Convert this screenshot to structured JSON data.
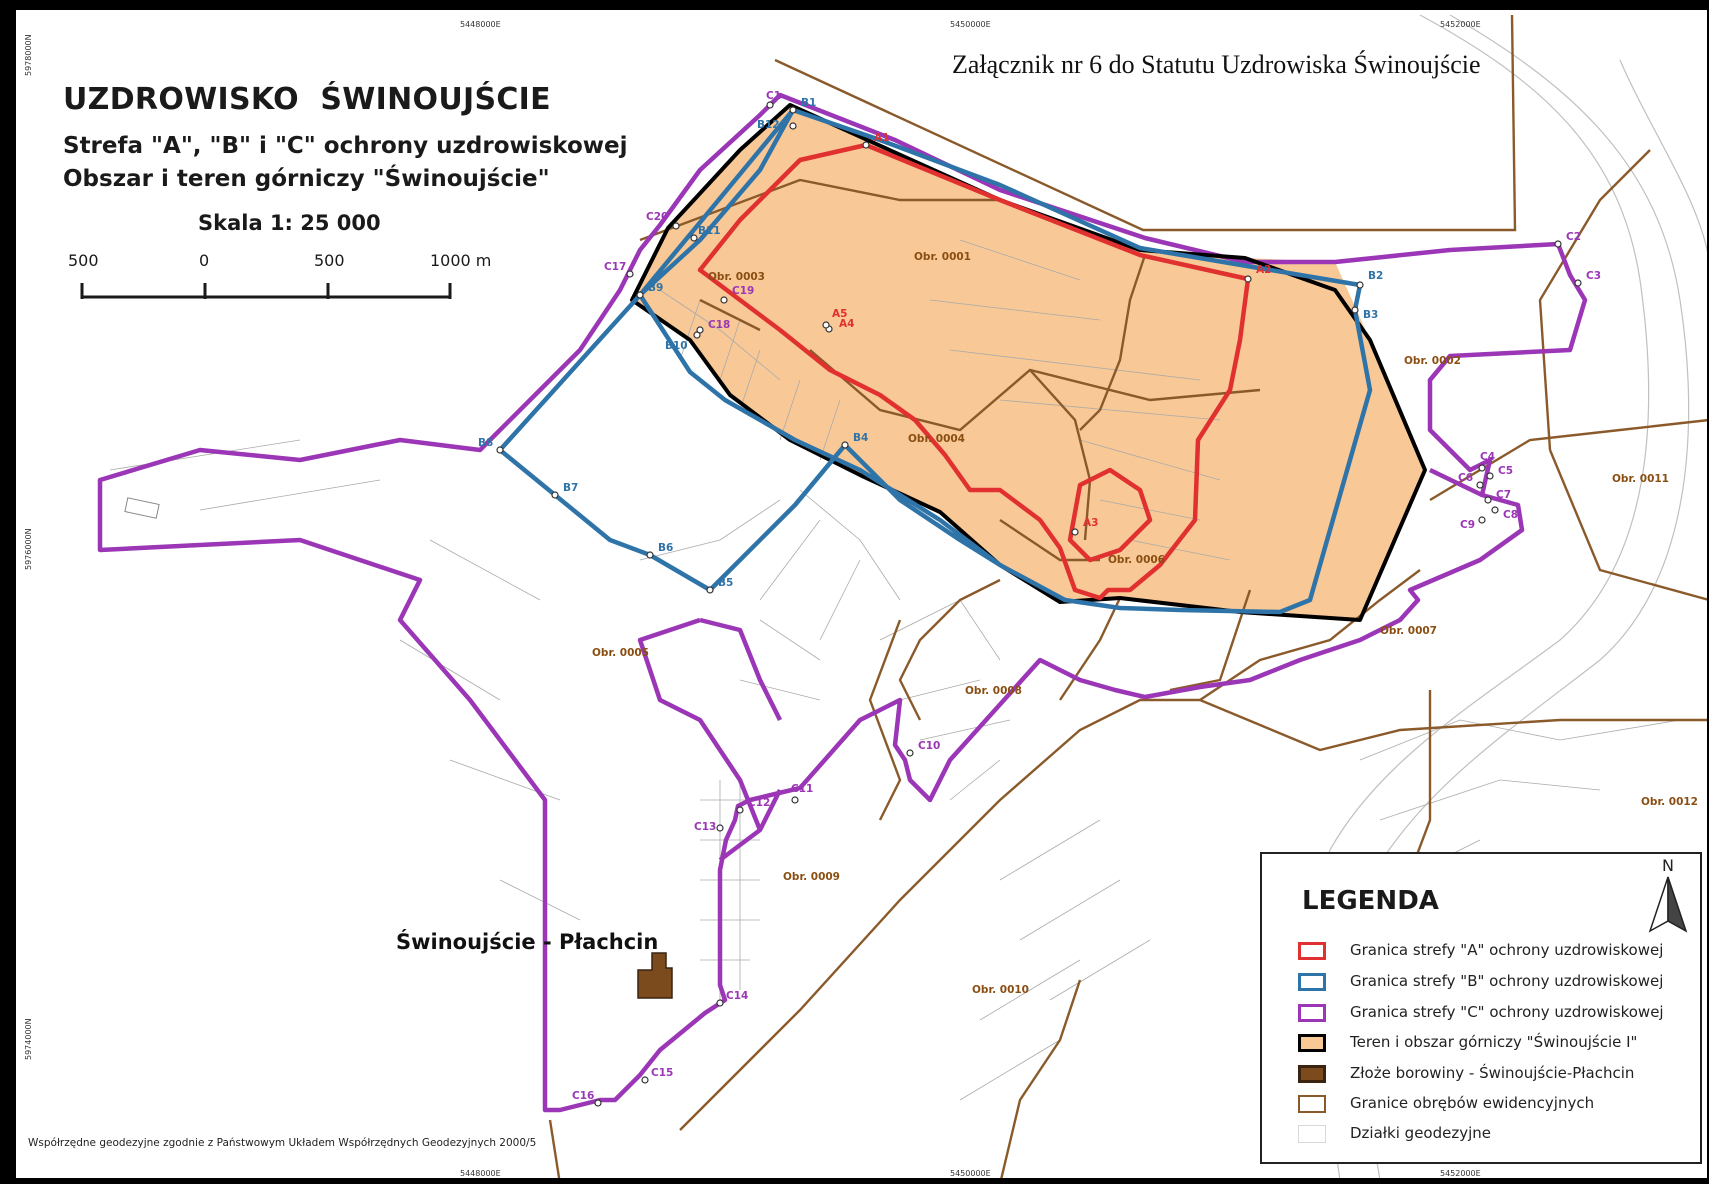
{
  "caption": "Załącznik nr 6 do Statutu Uzdrowiska Świnoujście",
  "title": "UZDROWISKO  ŚWINOUJŚCIE",
  "subtitle_1": "Strefa \"A\", \"B\" i \"C\" ochrony uzdrowiskowej",
  "subtitle_2": "Obszar i teren górniczy \"Świnoujście\"",
  "scale": {
    "label": "Skala 1: 25 000",
    "ticks": [
      "500",
      "0",
      "500",
      "1000 m"
    ]
  },
  "place_label": "Świnoujście - Płachcin",
  "footnote": "Współrzędne geodezyjne zgodnie z Państwowym Układem Współrzędnych Geodezyjnych 2000/5",
  "grid": {
    "top": [
      "5448000E",
      "5450000E",
      "5452000E"
    ],
    "bottom": [
      "5448000E",
      "5450000E",
      "5452000E"
    ],
    "left": [
      "5978000N",
      "5976000N",
      "5974000N"
    ]
  },
  "precincts": [
    "Obr. 0001",
    "Obr. 0002",
    "Obr. 0003",
    "Obr. 0004",
    "Obr. 0005",
    "Obr. 0006",
    "Obr. 0007",
    "Obr. 0008",
    "Obr. 0009",
    "Obr. 0010",
    "Obr. 0011",
    "Obr. 0012"
  ],
  "points": {
    "a": [
      "A1",
      "A2",
      "A3",
      "A4",
      "A5"
    ],
    "b": [
      "B1",
      "B2",
      "B3",
      "B4",
      "B5",
      "B6",
      "B7",
      "B8",
      "B9",
      "B10",
      "B11",
      "B12"
    ],
    "c": [
      "C1",
      "C2",
      "C3",
      "C4",
      "C5",
      "C6",
      "C7",
      "C8",
      "C9",
      "C10",
      "C11",
      "C12",
      "C13",
      "C14",
      "C15",
      "C16",
      "C17",
      "C18",
      "C19",
      "C20"
    ]
  },
  "legend": {
    "title": "LEGENDA",
    "north": "N",
    "items": [
      {
        "label": "Granica strefy \"A\" ochrony uzdrowiskowej",
        "color": "#e03030",
        "fill": "#ffffff"
      },
      {
        "label": "Granica strefy \"B\" ochrony uzdrowiskowej",
        "color": "#2f74a8",
        "fill": "#ffffff"
      },
      {
        "label": "Granica strefy \"C\" ochrony uzdrowiskowej",
        "color": "#9b36b6",
        "fill": "#ffffff"
      },
      {
        "label": "Teren i obszar górniczy \"Świnoujście I\"",
        "color": "#000000",
        "fill": "#f8c896"
      },
      {
        "label": "Złoże borowiny - Świnoujście-Płachcin",
        "color": "#3a2410",
        "fill": "#7b4a1d"
      },
      {
        "label": "Granice obrębów ewidencyjnych",
        "color": "#8a5a2b",
        "fill": "#ffffff"
      },
      {
        "label": "Działki geodezyjne",
        "color": "#d8d8d8",
        "fill": "#ffffff"
      }
    ]
  }
}
